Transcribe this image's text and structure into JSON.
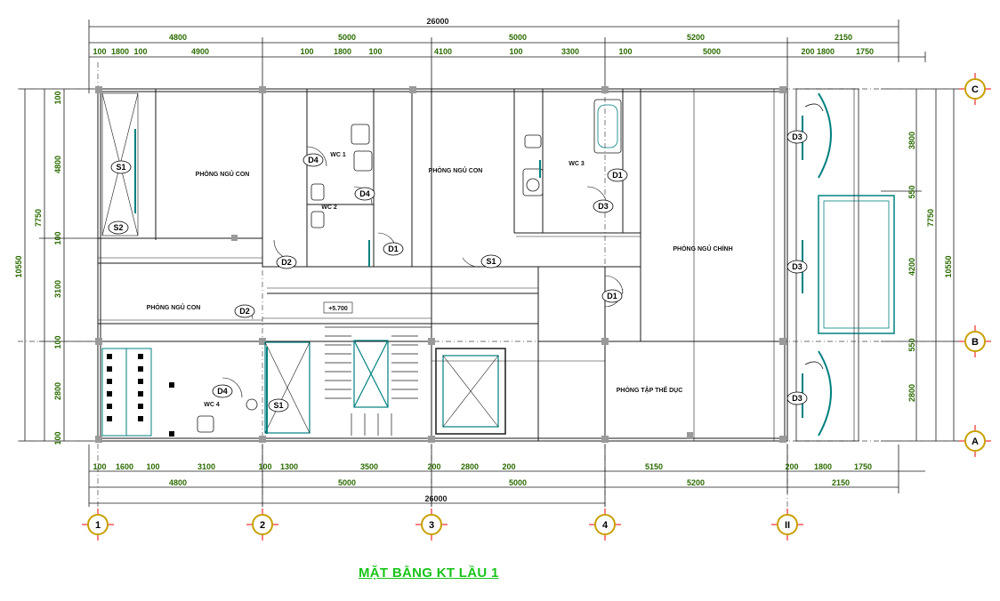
{
  "title": "MẶT BẰNG KT LẦU 1",
  "overall_width": "26000",
  "overall_depth": "10550",
  "level_mark": "+5.700",
  "axes_x": [
    "1",
    "2",
    "3",
    "4",
    "II"
  ],
  "axes_y": [
    "C",
    "B",
    "A"
  ],
  "top_spans": [
    "4800",
    "5000",
    "5000",
    "5200",
    "2150"
  ],
  "top_detail": [
    "100",
    "1800",
    "100",
    "4900",
    "100",
    "1800",
    "100",
    "4100",
    "100",
    "3300",
    "100",
    "5000",
    "200",
    "1800",
    "1750"
  ],
  "bottom_detail": [
    "100",
    "1600",
    "100",
    "3100",
    "100",
    "1300",
    "3500",
    "200",
    "2800",
    "200",
    "5150",
    "200",
    "1800",
    "1750"
  ],
  "bottom_spans": [
    "4800",
    "5000",
    "5000",
    "5200",
    "2150"
  ],
  "bottom_total": "26000",
  "left_dims": [
    "100",
    "4800",
    "100",
    "3100",
    "100",
    "2800",
    "100"
  ],
  "left_totals": [
    "7750",
    "10550"
  ],
  "right_dims": [
    "3800",
    "550",
    "4200",
    "550",
    "2800"
  ],
  "right_totals": [
    "7750",
    "10550"
  ],
  "rooms": {
    "bed_guest": "PHÒNG NGỦ CON",
    "wc_1": "WC 1",
    "wc_2": "WC 2",
    "bed_2": "PHÒNG NGỦ CON",
    "wc_3": "WC 3",
    "bed_master": "PHÒNG NGỦ CHÍNH",
    "bed_3": "PHÒNG NGỦ CON",
    "gym": "PHÒNG TẬP THỂ DỤC",
    "wc_4": "WC 4"
  },
  "door_tags": [
    "D4",
    "D1",
    "D2",
    "D3",
    "D1",
    "D3",
    "D1",
    "D4",
    "D3",
    "D2"
  ],
  "window_tags": [
    "S1",
    "S2",
    "S1"
  ],
  "colors": {
    "title": "#19c419",
    "dimension": "#2a6a00",
    "wall": "#1a1a1a",
    "glass": "#008080",
    "axis": "#c8a000"
  }
}
